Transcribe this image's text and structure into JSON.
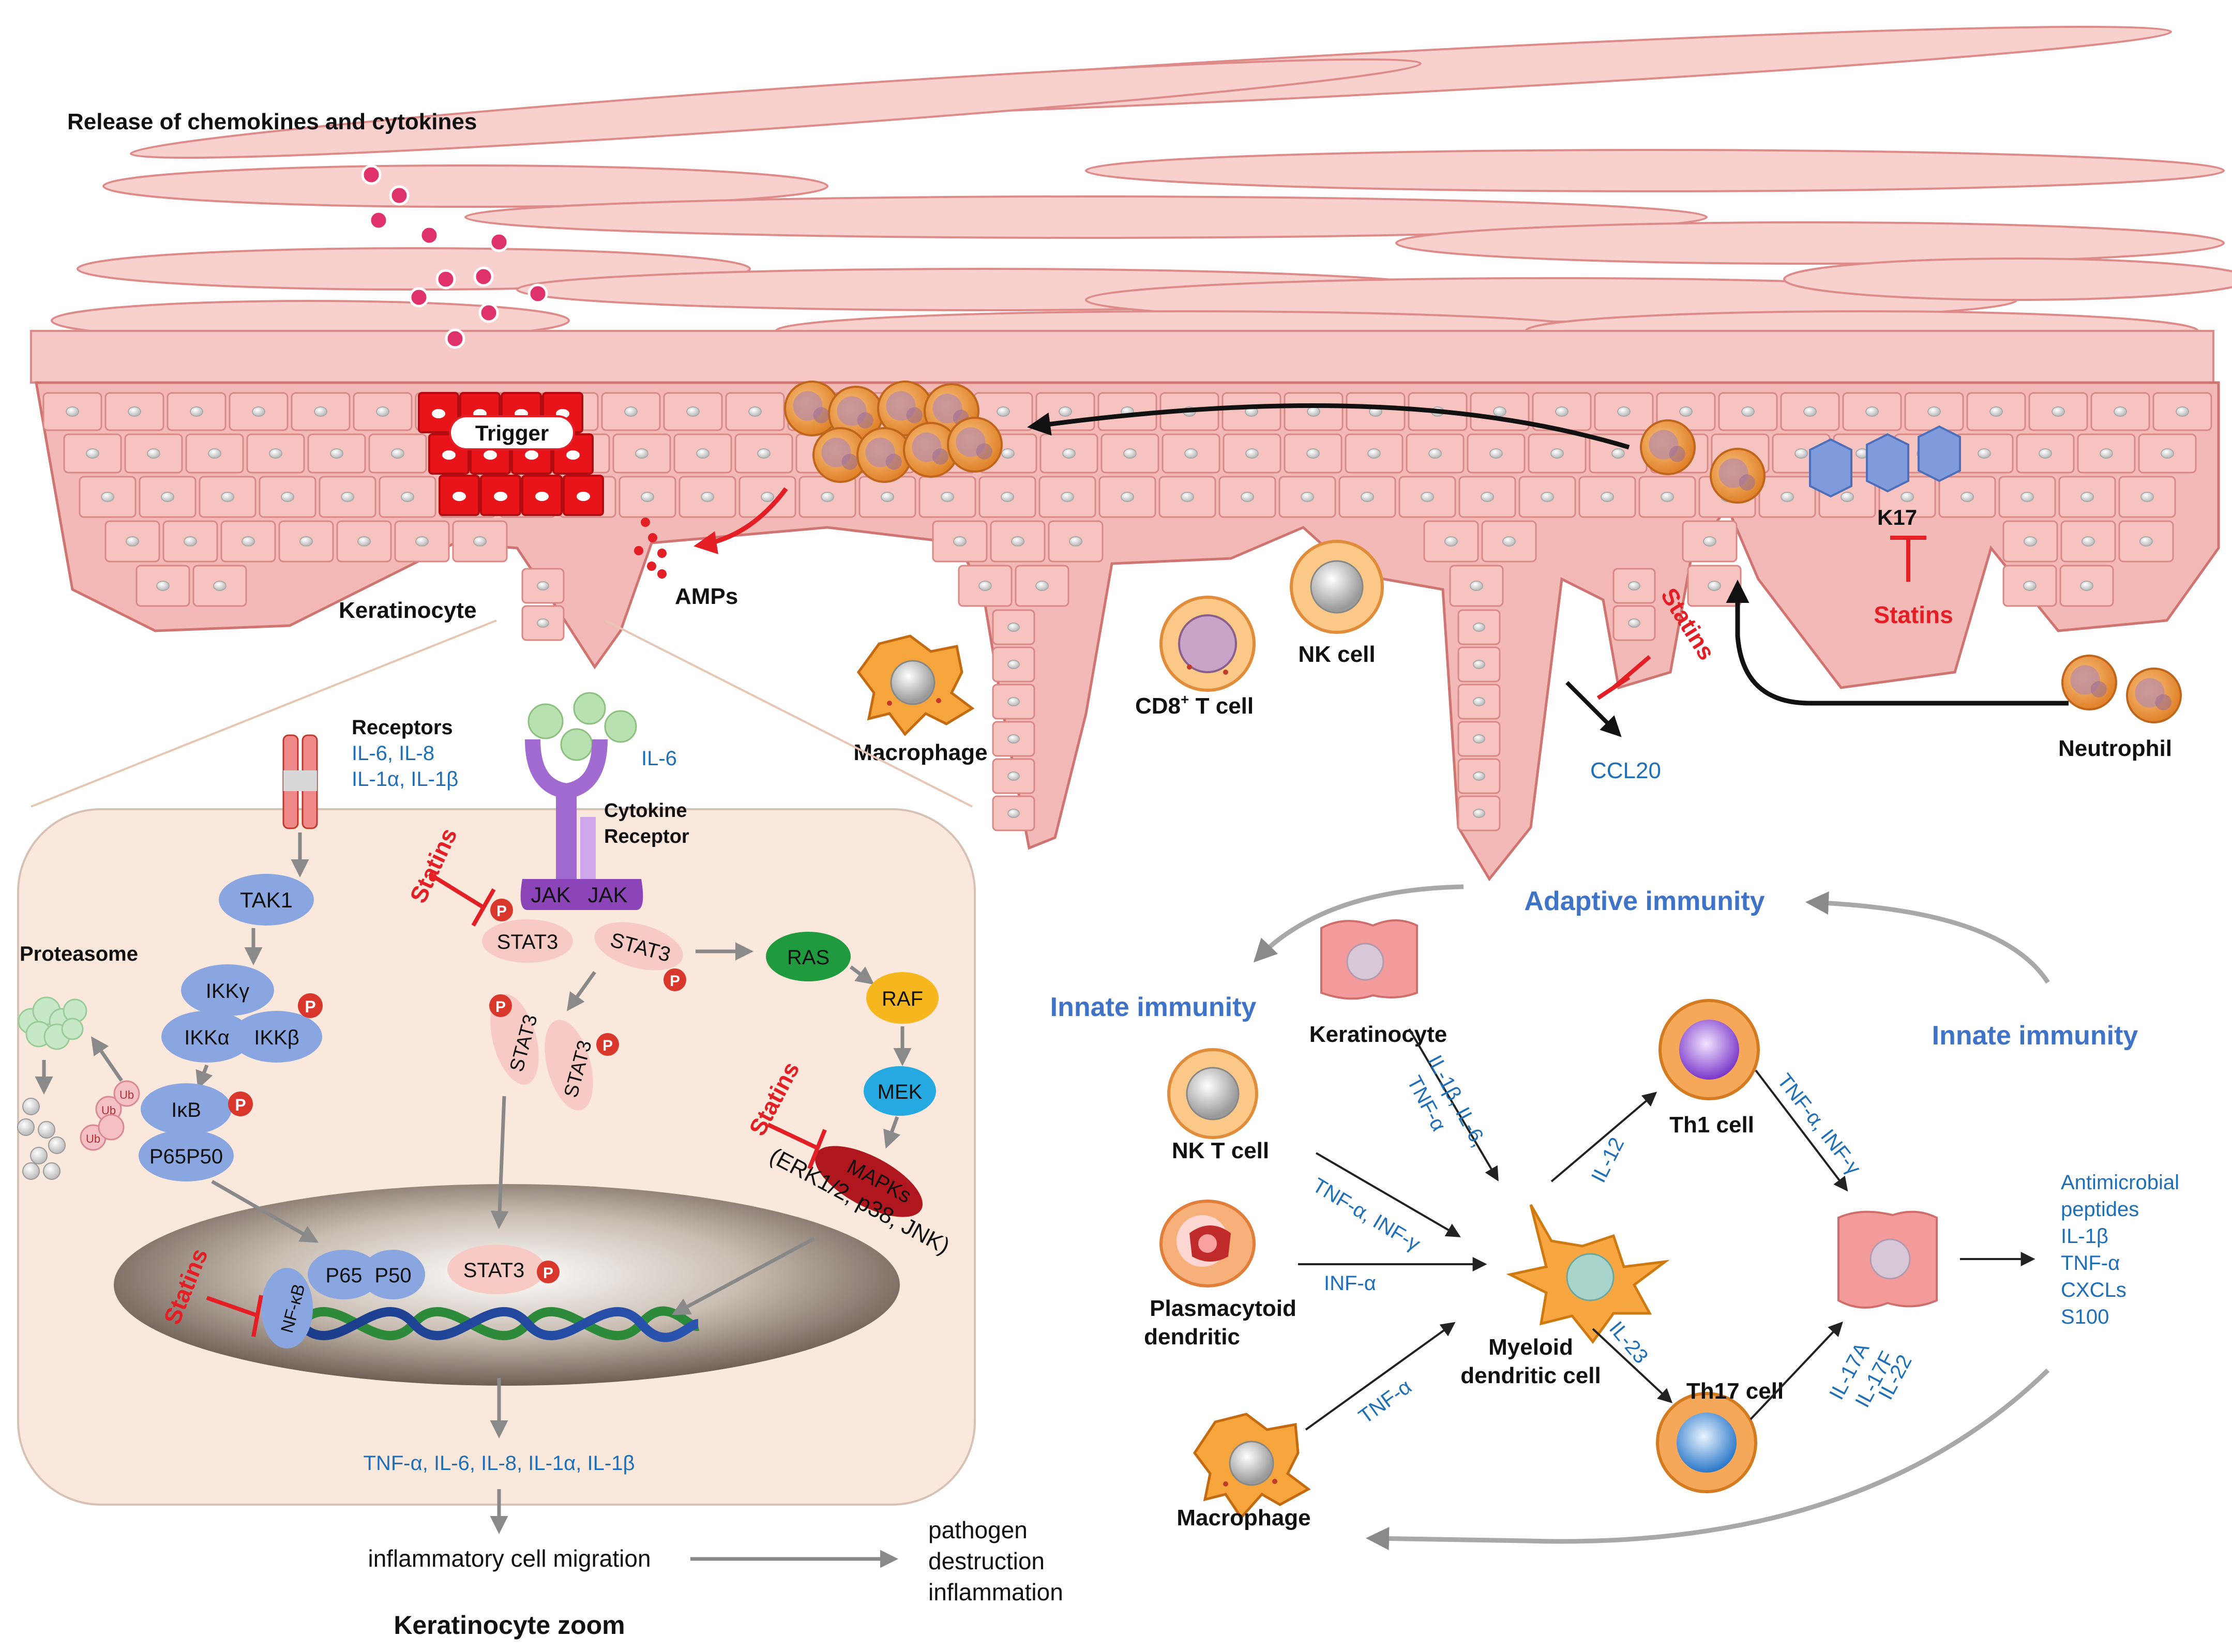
{
  "title": "Release of chemokines and cytokines",
  "epidermis": {
    "trigger": "Trigger",
    "amps": "AMPs",
    "keratinocyte": "Keratinocyte",
    "macrophage": "Macrophage",
    "cd8": "CD8",
    "cd8_sup": "+",
    "cd8_suffix": " T cell",
    "nk": "NK cell",
    "statins": "Statins",
    "ccl20": "CCL20",
    "k17": "K17",
    "neutrophil": "Neutrophil"
  },
  "zoom": {
    "title": "Keratinocyte zoom",
    "receptors": "Receptors",
    "receptors_l1": "IL-6, IL-8",
    "receptors_l2": "IL-1α, IL-1β",
    "il6": "IL-6",
    "cytokine_receptor_l1": "Cytokine",
    "cytokine_receptor_l2": "Receptor",
    "jak": "JAK",
    "p": "P",
    "stat3": "STAT3",
    "tak1": "TAK1",
    "ikkg": "IKKγ",
    "ikka": "IKKα",
    "ikkb": "IKKβ",
    "ikb": "IκB",
    "p65p50": "P65P50",
    "p65": "P65",
    "p50": "P50",
    "nfkb": "NF-κB",
    "ub": "Ub",
    "proteasome": "Proteasome",
    "ras": "RAS",
    "raf": "RAF",
    "mek": "MEK",
    "mapks": "MAPKs",
    "erk": "(ERK1/2, p38, JNK)",
    "statins": "Statins",
    "outputs": "TNF-α, IL-6, IL-8, IL-1α, IL-1β",
    "migration": "inflammatory cell migration",
    "result_l1": "pathogen",
    "result_l2": "destruction",
    "result_l3": "inflammation"
  },
  "immunity": {
    "adaptive": "Adaptive immunity",
    "innate_left": "Innate immunity",
    "innate_right": "Innate immunity",
    "keratinocyte": "Keratinocyte",
    "nkt": "NK T cell",
    "pdc_l1": "Plasmacytoid",
    "pdc_l2": "dendritic",
    "macrophage": "Macrophage",
    "mdc_l1": "Myeloid",
    "mdc_l2": "dendritic cell",
    "th1": "Th1 cell",
    "th17": "Th17 cell",
    "k_cyt_l1": "IL-1β, IL-6,",
    "k_cyt_l2": "TNF-α",
    "nkt_cyt": "TNF-α, INF-γ",
    "pdc_cyt": "INF-α",
    "mac_cyt": "TNF-α",
    "il12": "IL-12",
    "il23": "IL-23",
    "th1_cyt": "TNF-α, INF-γ",
    "th17_l1": "IL-17A",
    "th17_l2": "IL-17F",
    "th17_l3": "IL-22",
    "products": [
      "Antimicrobial",
      "peptides",
      "IL-1β",
      "TNF-α",
      "CXCLs",
      "S100"
    ]
  }
}
